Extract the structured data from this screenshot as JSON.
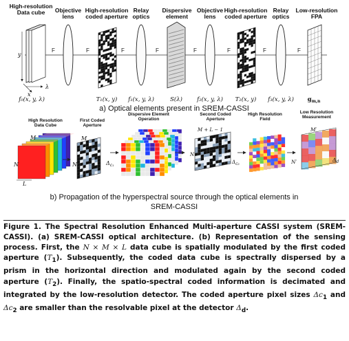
{
  "panel_a": {
    "labels": {
      "hr_cube": [
        "High-resolution",
        "Data cube"
      ],
      "obj1": [
        "Objective",
        "lens"
      ],
      "ca1": [
        "High-resolution",
        "coded aperture"
      ],
      "relay1": [
        "Relay",
        "optics"
      ],
      "disp": [
        "Dispersive",
        "element"
      ],
      "obj2": [
        "Objective",
        "lens"
      ],
      "ca2": [
        "High-resolution",
        "coded aperture"
      ],
      "relay2": [
        "Relay",
        "optics"
      ],
      "fpa": [
        "Low-resolution",
        "FPA"
      ]
    },
    "focal": "F",
    "axes": {
      "x": "x",
      "y": "y",
      "lambda": "λ"
    },
    "formulas": {
      "f0": "f₀(x, y, λ)",
      "T1": "T₁(x, y)",
      "f1": "f₁(x, y, λ)",
      "S": "S(λ)",
      "f2": "f₂(x, y, λ)",
      "T2": "T₂(x, y)",
      "f3": "f₃(x, y, λ)",
      "g": "g",
      "g_sub": "m,n"
    },
    "title": "a) Optical elements present in SREM-CASSI"
  },
  "panel_b": {
    "labels": {
      "hr_cube": [
        "High Resolution",
        "Data Cube"
      ],
      "first_ca": [
        "First Coded",
        "Aperture"
      ],
      "disp_op": [
        "Dispersive Element",
        "Operation"
      ],
      "second_ca": [
        "Second Coded",
        "Aperture"
      ],
      "hr_field": [
        "High Resolution",
        "Field"
      ],
      "lr_meas": [
        "Low Resolution",
        "Measurement"
      ]
    },
    "symbols": {
      "M": "M",
      "N": "N",
      "L": "L",
      "dc1": "Δ",
      "dc1_sub": "c₁",
      "ML1": "M + L − 1",
      "N2": "N",
      "dc2": "Δ",
      "dc2_sub": "c₂",
      "Mp": "M′",
      "Np": "N′",
      "dd": "Δ",
      "dd_sub": "d"
    },
    "title_lines": [
      "b) Propagation of the hyperspectral source through the optical elements in",
      "SREM-CASSI"
    ]
  },
  "caption": {
    "figure_label": "Figure 1.",
    "s1": " The Spectral Resolution Enhanced Multi-aperture CASSI system (SREM-CASSI). (a) SREM-CASSI optical architecture. (b) Representation of the sensing process. First, the ",
    "dims": "N × M × L",
    "s2": " data cube is spatially modulated by the first coded aperture (",
    "t1": "T",
    "t1_sub": "1",
    "s3": "). Subsequently, the coded data cube is spectrally dispersed by a prism in the horizontal direction and modulated again by the second coded aperture (",
    "t2": "T",
    "t2_sub": "2",
    "s4": "). Finally, the spatio-spectral coded information is decimated and integrated by the low-resolution detector. The coded aperture pixel sizes ",
    "dc1": "Δc",
    "dc1_sub": "1",
    "s5": " and ",
    "dc2": "Δc",
    "dc2_sub": "2",
    "s6": " are smaller than the resolvable pixel at the detector ",
    "dd": "Δ",
    "dd_sub": "d",
    "s7": "."
  }
}
